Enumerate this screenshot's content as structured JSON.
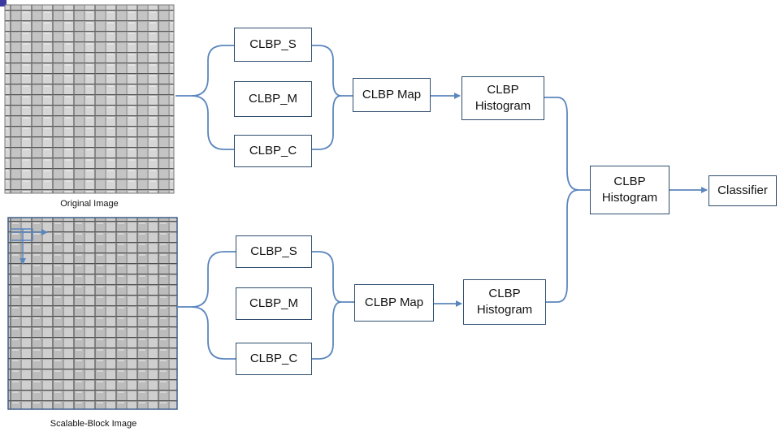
{
  "top_branch": {
    "image_caption": "Original Image",
    "features": [
      "CLBP_S",
      "CLBP_M",
      "CLBP_C"
    ],
    "map_label": "CLBP Map",
    "histogram_line1": "CLBP",
    "histogram_line2": "Histogram"
  },
  "bottom_branch": {
    "image_caption": "Scalable-Block Image",
    "features": [
      "CLBP_S",
      "CLBP_M",
      "CLBP_C"
    ],
    "map_label": "CLBP Map",
    "histogram_line1": "CLBP",
    "histogram_line2": "Histogram"
  },
  "fusion": {
    "histogram_line1": "CLBP",
    "histogram_line2": "Histogram"
  },
  "classifier_label": "Classifier",
  "colors": {
    "connector": "#5b86bd",
    "box_border": "#2f4d6e",
    "block_frame": "#3f5f8a"
  }
}
